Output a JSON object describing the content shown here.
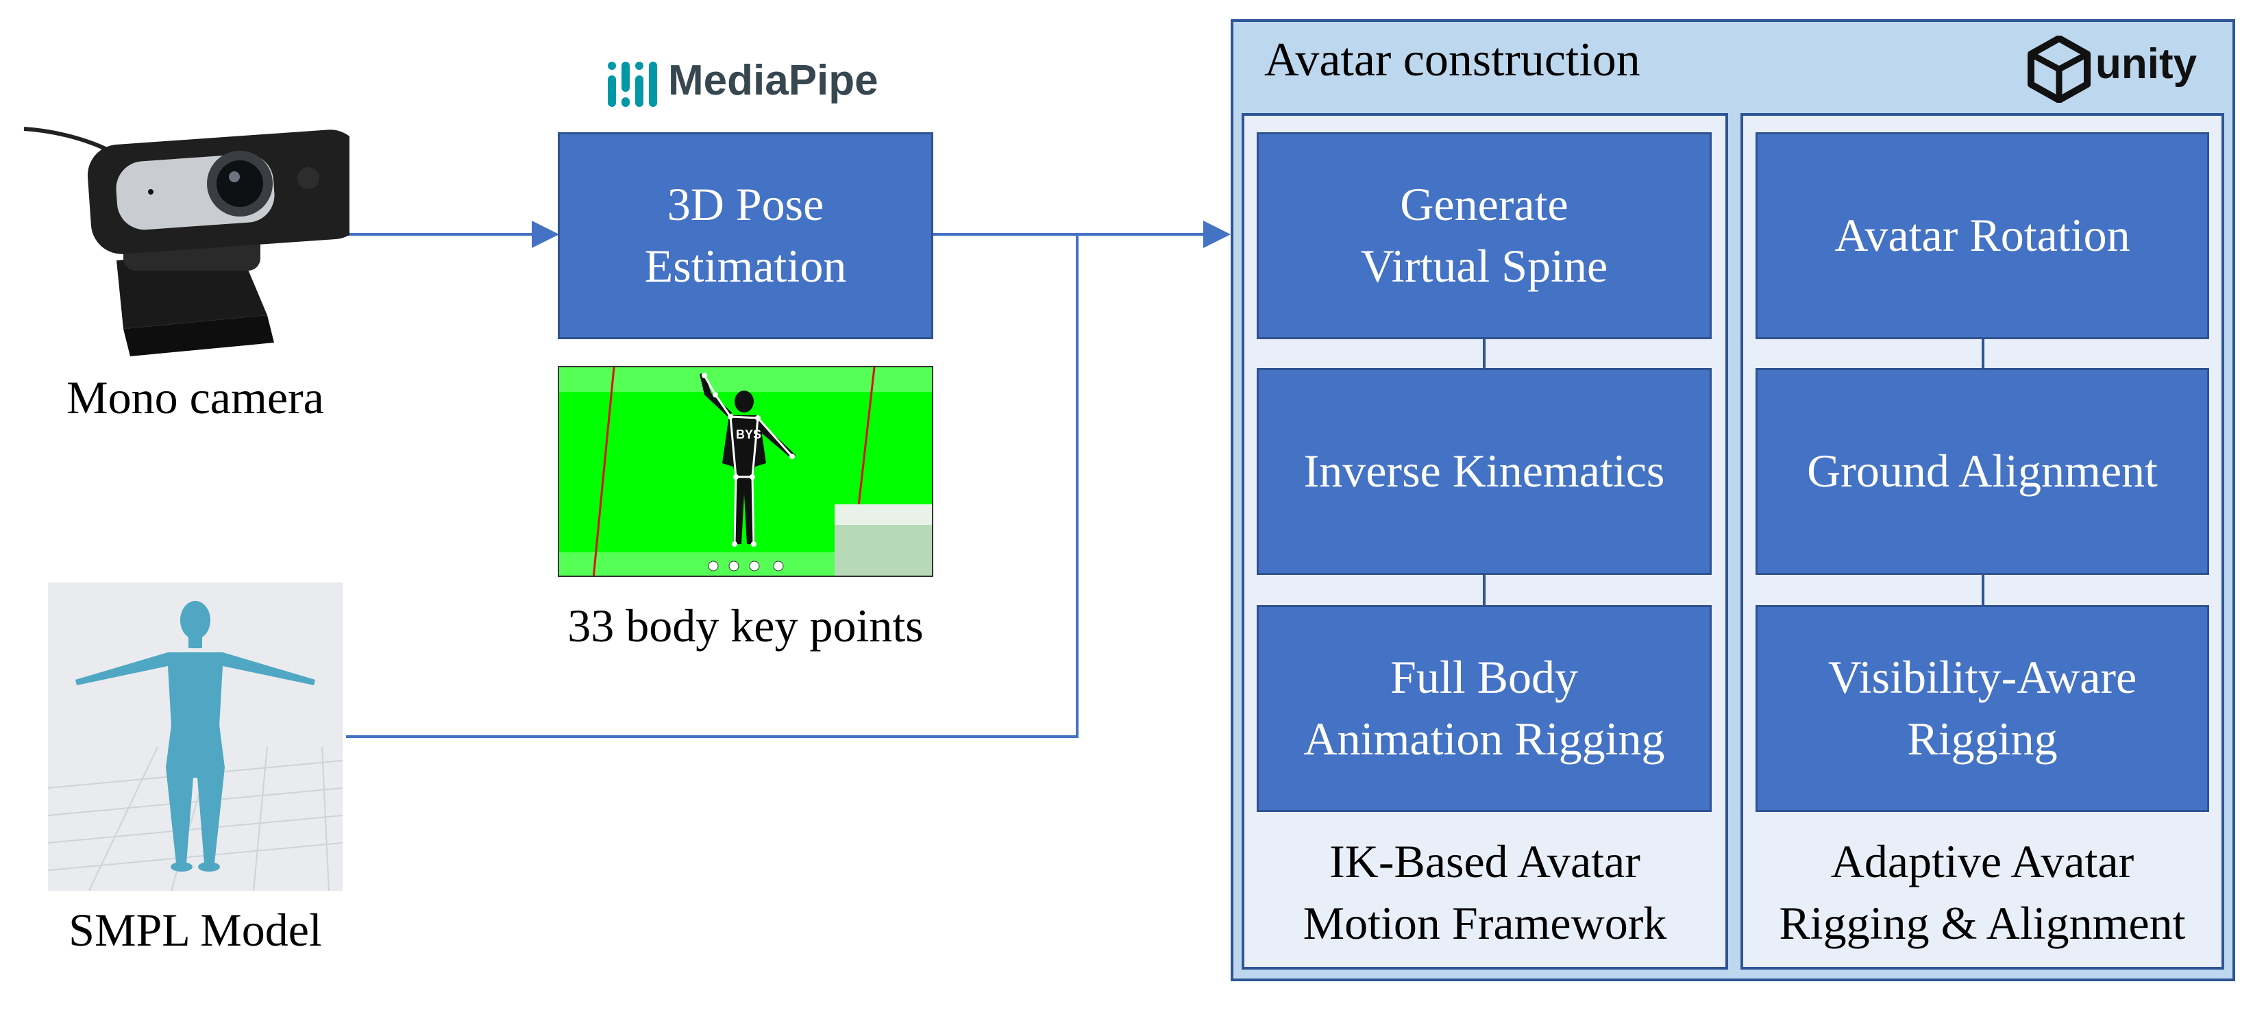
{
  "left": {
    "camera_label": "Mono camera",
    "smpl_label": "SMPL Model"
  },
  "mediapipe": {
    "logo_text": "MediaPipe",
    "pose_box": "3D Pose\nEstimation",
    "keypoints_label": "33 body key points",
    "jersey_text": "BYS"
  },
  "avatar": {
    "title": "Avatar construction",
    "unity_logo_text": "unity",
    "ik_panel": {
      "boxes": [
        "Generate\nVirtual Spine",
        "Inverse Kinematics",
        "Full Body\nAnimation Rigging"
      ],
      "caption": "IK-Based Avatar\nMotion Framework"
    },
    "rig_panel": {
      "boxes": [
        "Avatar Rotation",
        "Ground Alignment",
        "Visibility-Aware\nRigging"
      ],
      "caption": "Adaptive Avatar\nRigging & Alignment"
    }
  },
  "colors": {
    "box_fill": "#4472c4",
    "box_border": "#2f528f",
    "outer_fill": "#bdd7ee",
    "panel_fill": "#e9eff8",
    "arrow": "#4472c4",
    "green_screen": "#00ff00",
    "mediapipe_teal": "#0097a7"
  }
}
